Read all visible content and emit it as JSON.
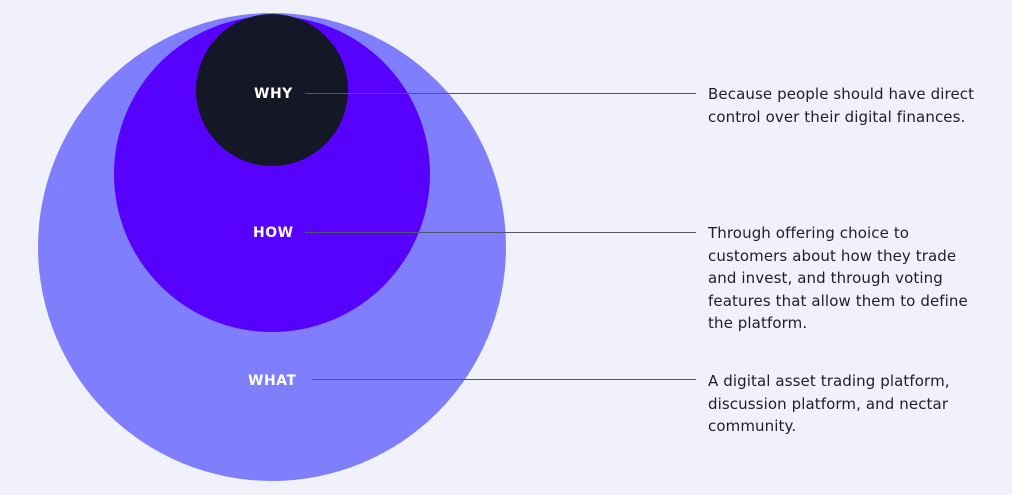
{
  "colors": {
    "background": "#f1f1fb",
    "what_circle": "#7f7efd",
    "how_circle": "#5701fe",
    "why_circle": "#131726",
    "label_text": "#ffffff",
    "connector": "#55556a",
    "description_text": "#1e1e28"
  },
  "rings": {
    "why": {
      "label": "WHY",
      "description": "Because people should have direct control over their digital finances."
    },
    "how": {
      "label": "HOW",
      "description": "Through offering choice to customers about how they trade and invest, and through voting features that allow them to define the platform."
    },
    "what": {
      "label": "WHAT",
      "description": "A digital asset trading platform, discussion platform, and nectar community."
    }
  }
}
